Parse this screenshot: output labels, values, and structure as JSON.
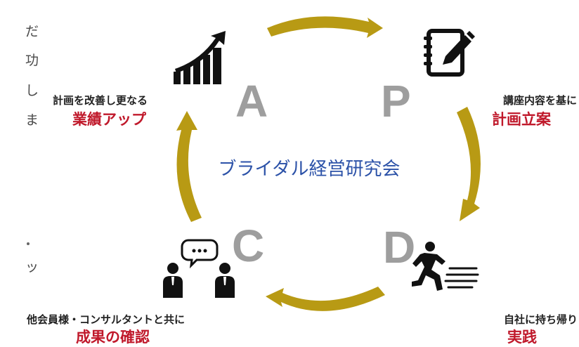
{
  "side_text": [
    "だ",
    "功",
    "し",
    "ま",
    "ッ"
  ],
  "center_title": "ブライダル経営研究会",
  "colors": {
    "arrow": "#b89a14",
    "highlight": "#c0192b",
    "letter": "#9e9e9e",
    "title": "#2c52a8"
  },
  "stages": {
    "a": {
      "letter": "A",
      "label": "計画を改善し更なる",
      "highlight": "業績アップ",
      "icon": "growth-chart-icon"
    },
    "p": {
      "letter": "P",
      "label": "講座内容を基に",
      "highlight": "計画立案",
      "icon": "notebook-pencil-icon"
    },
    "d": {
      "letter": "D",
      "label": "自社に持ち帰り",
      "highlight": "実践",
      "icon": "running-person-icon"
    },
    "c": {
      "letter": "C",
      "label": "他会員様・コンサルタントと共に",
      "highlight": "成果の確認",
      "icon": "consultation-people-icon"
    }
  }
}
